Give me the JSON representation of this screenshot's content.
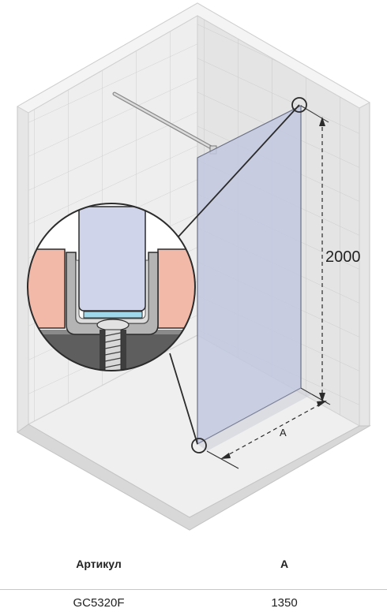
{
  "diagram": {
    "height_dimension": "2000",
    "width_dimension": "A"
  },
  "spec_table": {
    "headers": [
      "Артикул",
      "A"
    ],
    "rows": [
      [
        "GC5320F",
        "1350"
      ]
    ]
  },
  "colors": {
    "glass": "#c2c8e0",
    "wall_tile": "#e8e8e8",
    "wall_section": "#f2b8a8",
    "profile": "#b0b0b0"
  }
}
